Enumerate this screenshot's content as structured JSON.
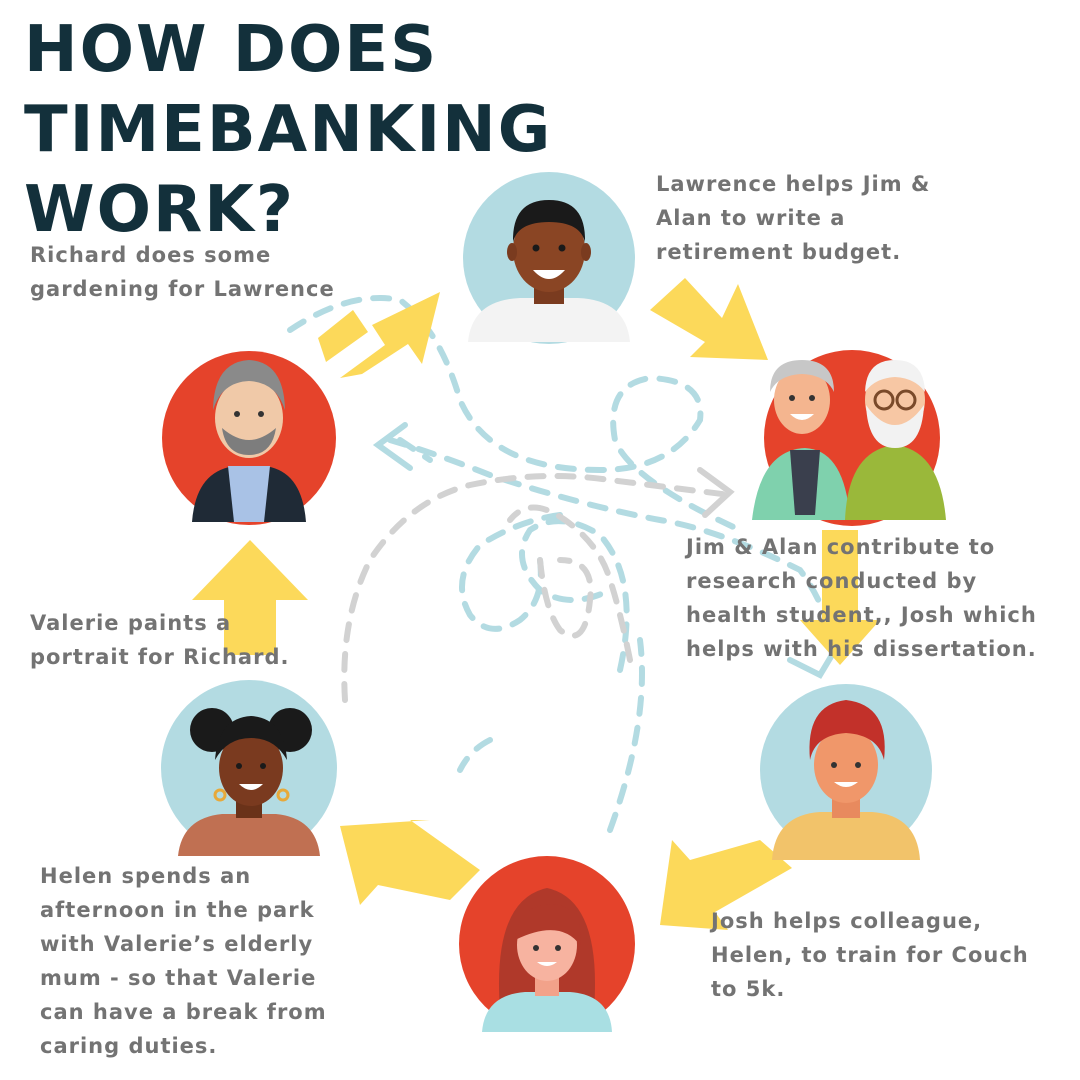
{
  "title": [
    "HOW DOES",
    "TIMEBANKING",
    "WORK?"
  ],
  "steps": [
    {
      "name": "Lawrence",
      "caption": [
        "Lawrence helps Jim &",
        "Alan to write a",
        "retirement budget."
      ]
    },
    {
      "name": "Jim & Alan",
      "caption": [
        "Jim & Alan contribute to",
        "research conducted by",
        "health student,, Josh which",
        "helps with his dissertation."
      ]
    },
    {
      "name": "Josh",
      "caption": [
        "Josh helps colleague,",
        "Helen, to train for Couch",
        "to 5k."
      ]
    },
    {
      "name": "Helen",
      "caption": [
        "Helen spends an",
        "afternoon in the park",
        "with Valerie’s elderly",
        "mum - so that Valerie",
        "can have a break from",
        "caring duties."
      ]
    },
    {
      "name": "Valerie",
      "caption": [
        "Valerie paints a",
        "portrait for Richard."
      ]
    },
    {
      "name": "Richard",
      "caption": [
        "Richard does some",
        "gardening for Lawrence"
      ]
    }
  ],
  "colors": {
    "title": "#13303b",
    "caption": "#737373",
    "circle_blue": "#b3dbe2",
    "circle_red": "#e5432b",
    "arrow_yellow": "#fcd95a",
    "dash_blue": "#b3dbe2",
    "dash_grey": "#d2d2d2"
  },
  "icons": [
    "yellow-arrow-icon",
    "dashed-loop-icon",
    "person-avatar-icon"
  ]
}
